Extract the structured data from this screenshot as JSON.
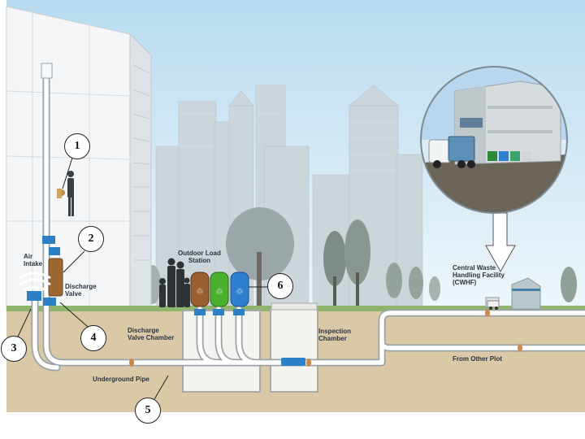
{
  "labels": {
    "air_intake": [
      "Air",
      "Intake"
    ],
    "discharge_valve": [
      "Discharge",
      "Valve"
    ],
    "outdoor_load_station": [
      "Outdoor Load",
      "Station"
    ],
    "discharge_valve_chamber": [
      "Discharge",
      "Valve Chamber"
    ],
    "inspection_chamber": [
      "Inspection",
      "Chamber"
    ],
    "underground_pipe": "Underground Pipe",
    "cwhf": [
      "Central Waste",
      "Handling Facility",
      "(CWHF)"
    ],
    "from_other_plot": "From Other Plot"
  },
  "callouts": [
    "1",
    "2",
    "3",
    "4",
    "5",
    "6"
  ],
  "colors": {
    "sky_top": "#c5e2f3",
    "sky_bottom": "#e9f4f9",
    "ground": "#d8c8a6",
    "grass": "#8fb36a",
    "pipe": "#eef2f4",
    "valve_blue": "#2d7fc6",
    "bin_brown": "#9a5f30",
    "bin_green": "#4caf2e",
    "bin_blue": "#2f7fd0"
  }
}
